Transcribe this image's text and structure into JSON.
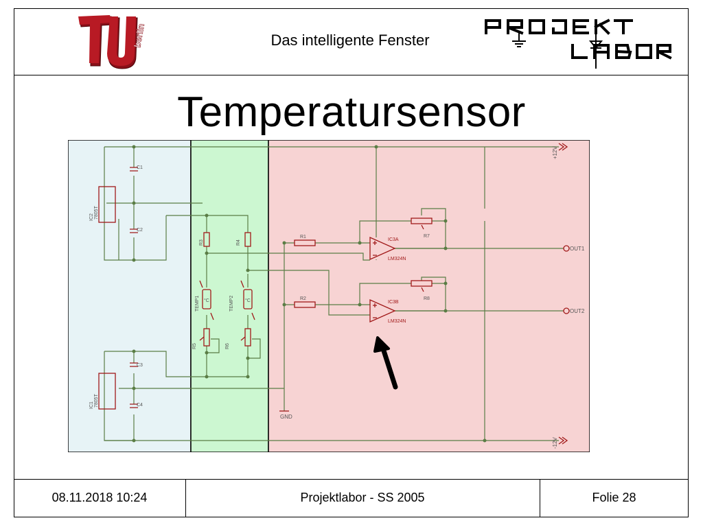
{
  "header": {
    "title": "Das intelligente Fenster",
    "tu_logo_text": "TU berlin",
    "projektlabor_logo_text": "PROJEKT LABOR"
  },
  "slide": {
    "title": "Temperatursensor"
  },
  "schematic": {
    "zone_colors": {
      "power": "#e7f3f6",
      "sensor": "#ccf7d1",
      "amplifier": "#f7d3d3"
    },
    "wire_color": "#5a7d45",
    "component_color": "#a01818",
    "labels": {
      "plus12v": "+12V",
      "minus12v": "-12V",
      "gnd": "GND",
      "out1": "OUT1",
      "out2": "OUT2",
      "ic2": "IC2",
      "ic2_type": "7805T",
      "ic1": "IC1",
      "ic1_type": "7805T",
      "c1": "C1",
      "c2": "C2",
      "c3": "C3",
      "c4": "C4",
      "r1": "R1",
      "r2": "R2",
      "r3": "R3",
      "r4": "R4",
      "r5": "R5",
      "r6": "R6",
      "r7": "R7",
      "r8": "R8",
      "temp1": "TEMP1",
      "temp2": "TEMP2",
      "degc": "°C",
      "ic3a": "IC3A",
      "ic3b": "IC3B",
      "lm324n": "LM324N"
    }
  },
  "footer": {
    "date": "08.11.2018 10:24",
    "course": "Projektlabor - SS 2005",
    "page": "Folie 28"
  }
}
